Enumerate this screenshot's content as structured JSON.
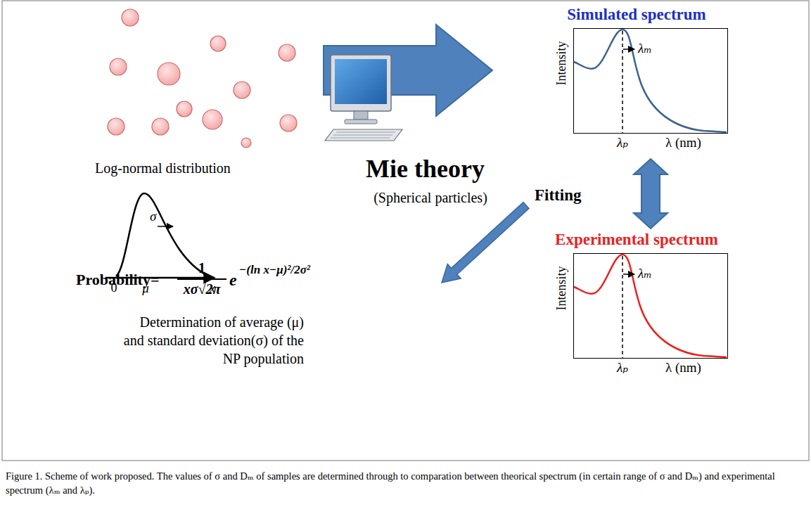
{
  "diagram": {
    "caption": "Figure 1. Scheme of work proposed. The values of σ and Dₘ of samples are determined through to comparation between theorical spectrum (in certain range of σ and Dₘ) and experimental spectrum (λₘ and λₚ).",
    "nodes": [
      {
        "text": [
          "Simulated spectrum",
          "Intensity",
          "λₚ",
          "λ (nm)",
          "λₘ"
        ]
      },
      {
        "text": [
          "Experimental spectrum",
          "Intensity",
          "λₚ",
          "λ (nm)",
          "λₘ"
        ]
      }
    ],
    "edges": [
      {
        "from": 0,
        "to": 1,
        "arrow": "both"
      }
    ],
    "labels": [
      "Log-normal distribution",
      "σ",
      "0",
      "μ",
      "x",
      "Mie theory",
      "(Spherical particles)",
      "Fitting",
      "Probability=",
      "1",
      "xσ√2π",
      "e",
      "−(ln x−μ)²/2σ²",
      "Determination of average (μ) and standard deviation(σ) of the NP population"
    ]
  }
}
